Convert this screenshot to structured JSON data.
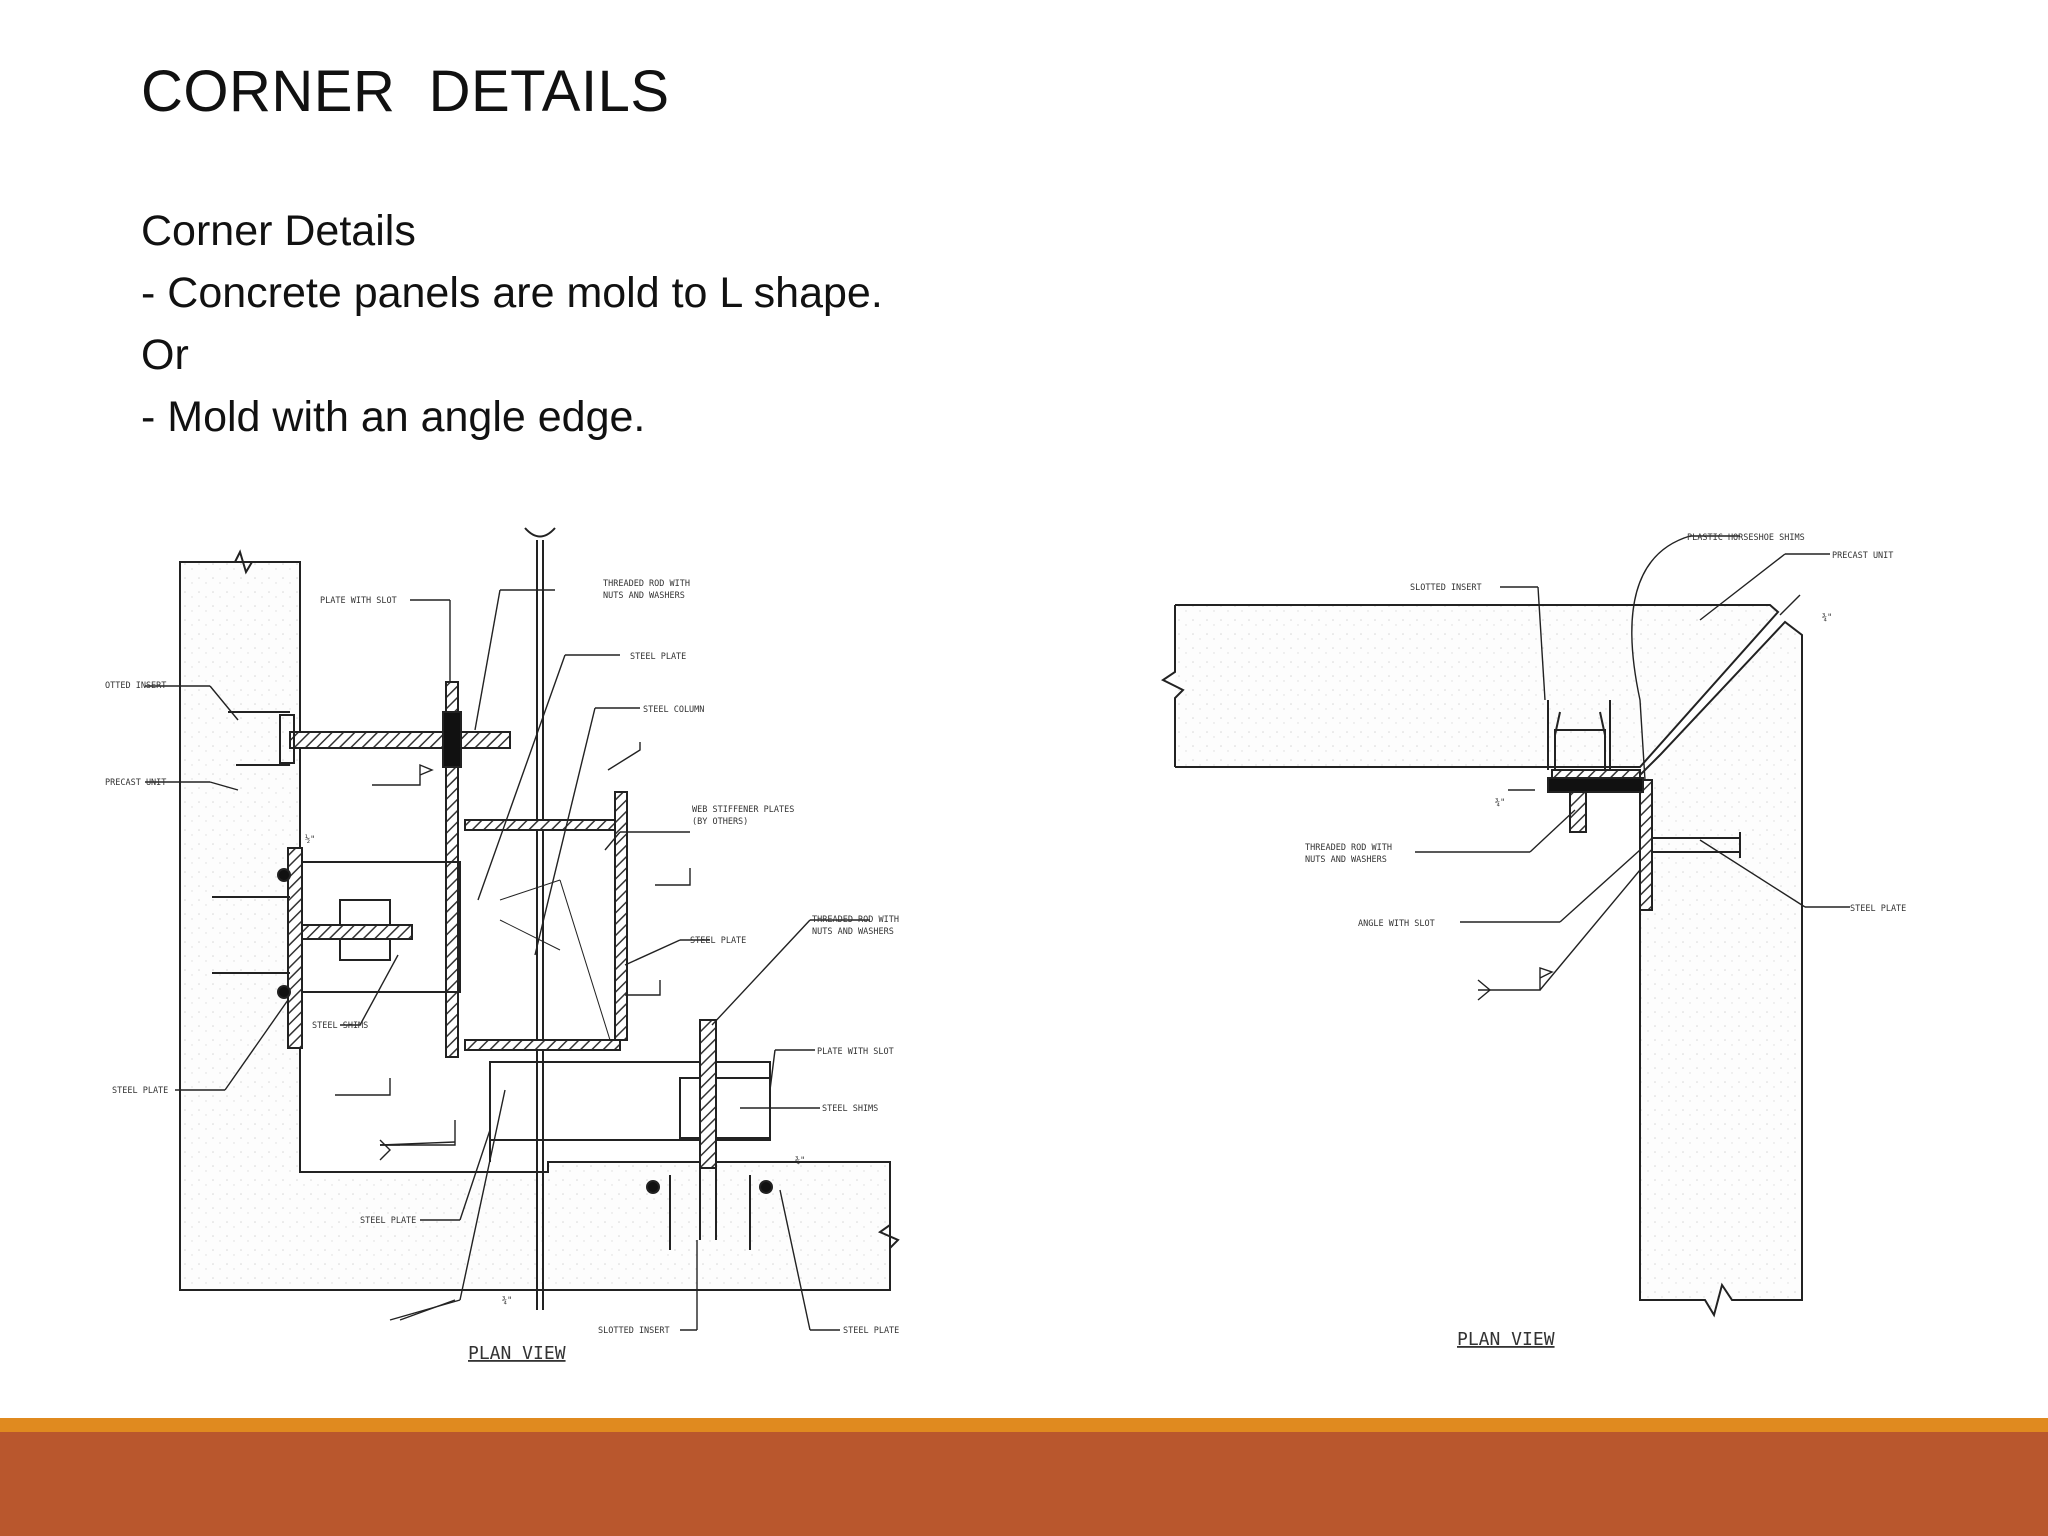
{
  "slide": {
    "title": "CORNER  DETAILS",
    "lines": [
      "Corner Details",
      "- Concrete panels are mold to L shape.",
      "Or",
      "- Mold with an angle edge."
    ]
  },
  "left_drawing": {
    "view_label": "PLAN  VIEW",
    "callouts": {
      "plate_with_slot_top": "PLATE WITH SLOT",
      "threaded_rod_top": "THREADED ROD WITH\nNUTS AND WASHERS",
      "steel_plate_top": "STEEL PLATE",
      "steel_column": "STEEL COLUMN",
      "slotted_insert_left": "OTTED INSERT",
      "precast_unit": "PRECAST UNIT",
      "web_stiffener": "WEB STIFFENER PLATES\n(BY OTHERS)",
      "threaded_rod_right": "THREADED ROD WITH\nNUTS AND WASHERS",
      "steel_plate_mid": "STEEL PLATE",
      "steel_shims_left": "STEEL SHIMS",
      "steel_plate_left": "STEEL PLATE",
      "plate_with_slot_right": "PLATE WITH SLOT",
      "steel_shims_right": "STEEL SHIMS",
      "steel_plate_bottom": "STEEL PLATE",
      "slotted_insert_bottom": "SLOTTED INSERT",
      "steel_plate_bottom_right": "STEEL PLATE",
      "dim_half": "½\"",
      "dim_quarter": "¾\""
    }
  },
  "right_drawing": {
    "view_label": "PLAN  VIEW",
    "callouts": {
      "plastic_shims": "PLASTIC HORSESHOE SHIMS",
      "precast_unit": "PRECAST UNIT",
      "slotted_insert": "SLOTTED INSERT",
      "threaded_rod": "THREADED ROD WITH\nNUTS AND WASHERS",
      "angle_with_slot": "ANGLE WITH SLOT",
      "steel_plate": "STEEL PLATE",
      "dim_top": "¾\"",
      "dim_side": "¾\""
    }
  },
  "colors": {
    "gold_bar": "#e08a1f",
    "rust_bar": "#b9572d"
  }
}
